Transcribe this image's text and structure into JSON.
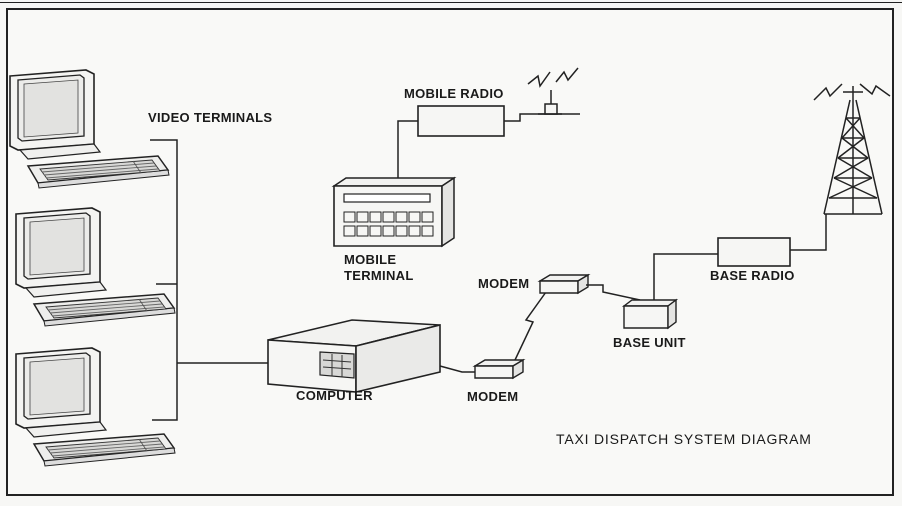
{
  "labels": {
    "video_terminals": "VIDEO TERMINALS",
    "mobile_radio": "MOBILE RADIO",
    "mobile_terminal_line1": "MOBILE",
    "mobile_terminal_line2": "TERMINAL",
    "modem_upper": "MODEM",
    "modem_lower": "MODEM",
    "computer": "COMPUTER",
    "base_unit": "BASE UNIT",
    "base_radio": "BASE RADIO",
    "diagram_title": "TAXI DISPATCH SYSTEM DIAGRAM"
  }
}
